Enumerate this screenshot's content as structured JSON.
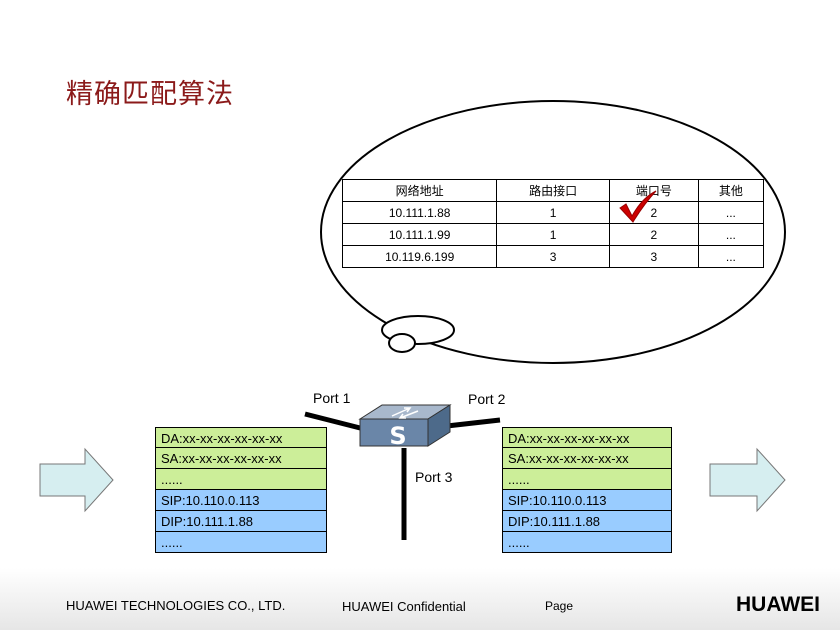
{
  "slide": {
    "title": "精确匹配算法"
  },
  "table": {
    "headers": [
      "网络地址",
      "路由接口",
      "端口号",
      "其他"
    ],
    "rows": [
      [
        "10.111.1.88",
        "1",
        "2",
        "..."
      ],
      [
        "10.111.1.99",
        "1",
        "2",
        "..."
      ],
      [
        "10.119.6.199",
        "3",
        "3",
        "..."
      ]
    ],
    "matched_row_index": 0
  },
  "switch": {
    "port1": "Port 1",
    "port2": "Port 2",
    "port3": "Port 3",
    "icon": "switch-icon"
  },
  "left_frame": {
    "da": "DA:xx-xx-xx-xx-xx-xx",
    "sa": "SA:xx-xx-xx-xx-xx-xx",
    "dots1": "......",
    "sip": "SIP:10.110.0.113",
    "dip": "DIP:10.111.1.88",
    "dots2": "......"
  },
  "right_frame": {
    "da": "DA:xx-xx-xx-xx-xx-xx",
    "sa": "SA:xx-xx-xx-xx-xx-xx",
    "dots1": "......",
    "sip": "SIP:10.110.0.113",
    "dip": "DIP:10.111.1.88",
    "dots2": "......"
  },
  "footer": {
    "company": "HUAWEI TECHNOLOGIES CO., LTD.",
    "confidential": "HUAWEI Confidential",
    "page": "Page",
    "logo_text": "HUAWEI"
  },
  "colors": {
    "title": "#8b1a1a",
    "frame_green": "#ccee99",
    "frame_blue": "#99ccff",
    "arrow_fill": "#d6eef0",
    "check": "#cc0000",
    "logo_red": "#e1001e"
  }
}
